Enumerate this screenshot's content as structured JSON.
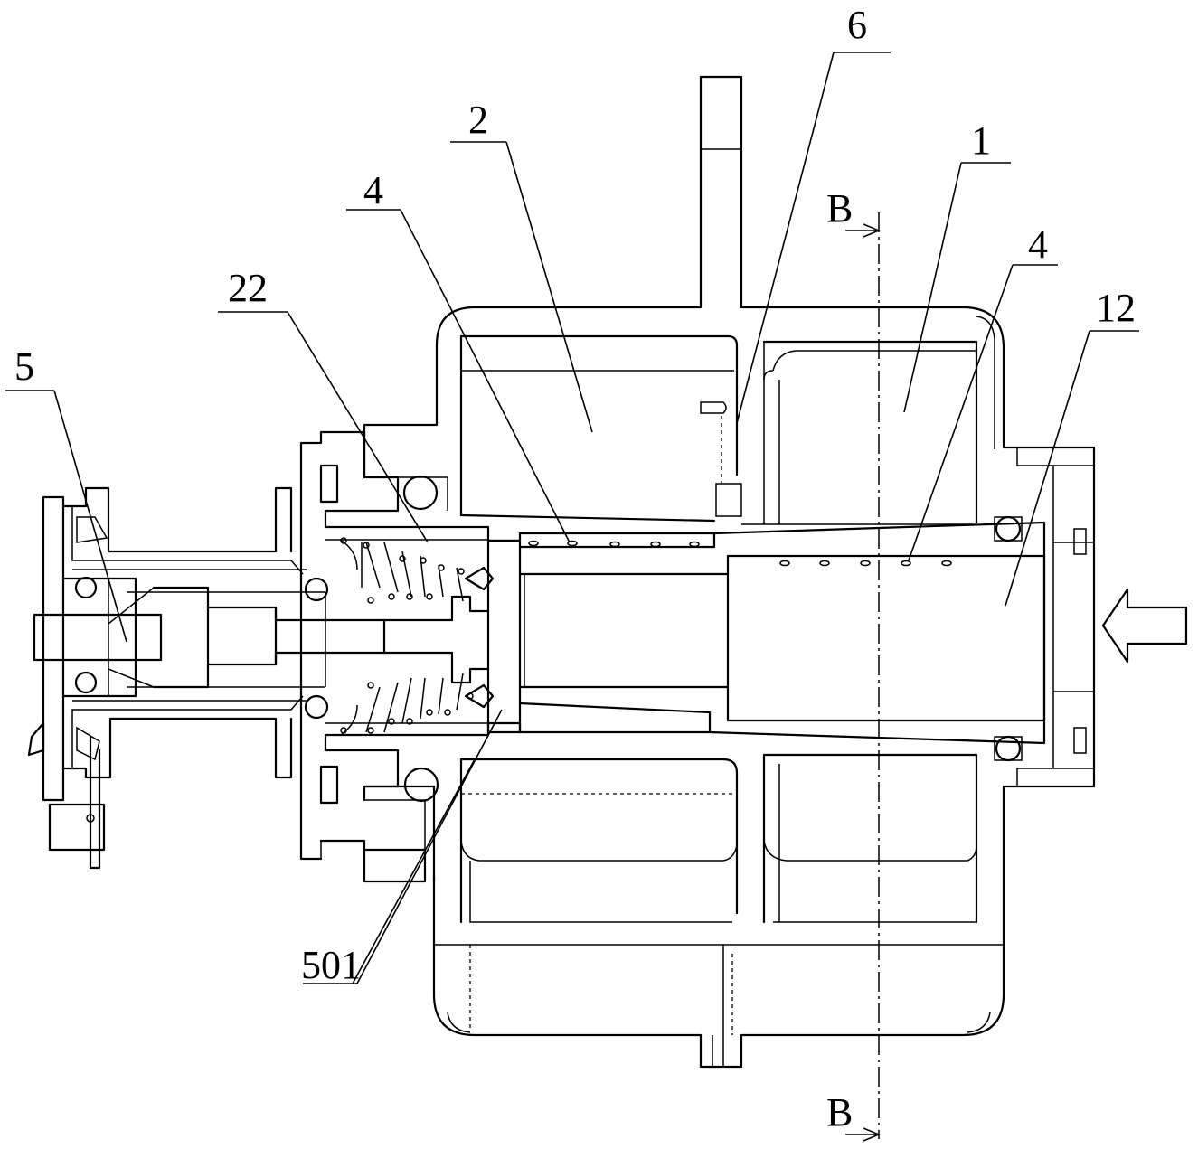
{
  "figure": {
    "labels": {
      "part_1": "1",
      "part_2": "2",
      "part_4_left": "4",
      "part_4_right": "4",
      "part_5": "5",
      "part_6": "6",
      "part_12": "12",
      "part_22": "22",
      "part_501": "501",
      "section_top": "B",
      "section_bottom": "B"
    }
  }
}
